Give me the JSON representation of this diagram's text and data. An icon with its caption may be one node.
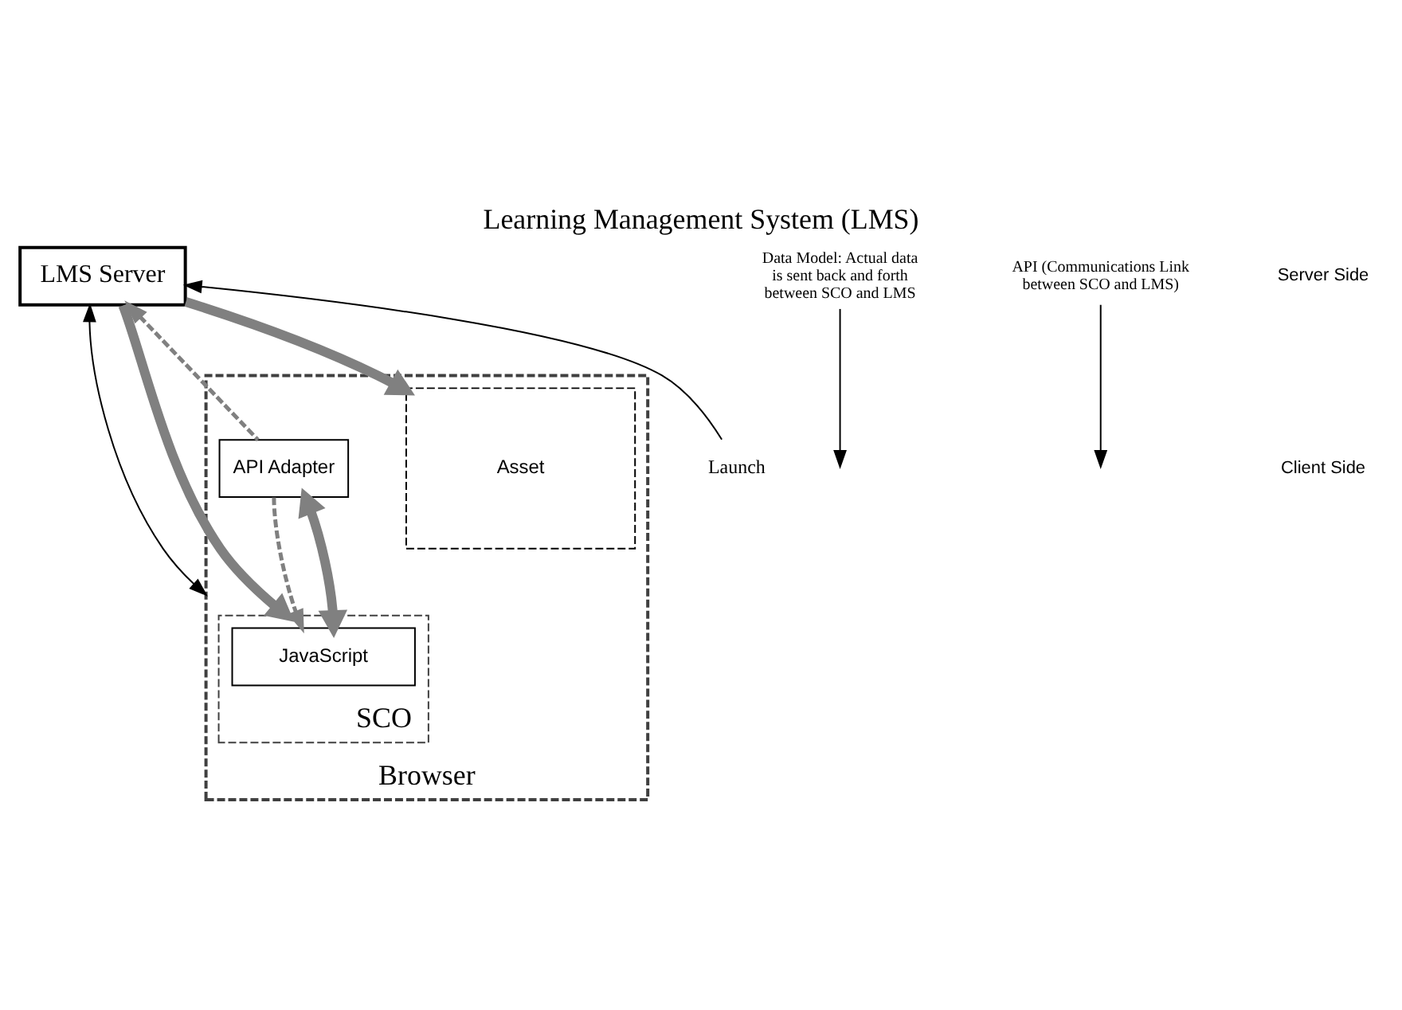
{
  "diagram": {
    "title": "Learning Management System (LMS)",
    "nodes": [
      {
        "text": [
          "LMS Server"
        ]
      },
      {
        "text": [
          "Browser"
        ]
      },
      {
        "text": [
          "SCO"
        ],
        "in": 1
      },
      {
        "text": [
          "Asset"
        ],
        "in": 1
      },
      {
        "text": [
          "API Adapter"
        ],
        "in": 1
      },
      {
        "text": [
          "JavaScript"
        ],
        "in": 2
      },
      {
        "text": [
          "Data Model: Actual data is sent back and forth between SCO and LMS"
        ]
      },
      {
        "text": [
          "API (Communications Link between SCO and LMS)"
        ]
      },
      {
        "text": [
          "Launch"
        ]
      }
    ],
    "edges": [
      {
        "from": 4,
        "to": 0,
        "arrow": "to",
        "style": "dashed",
        "color": "#808080"
      },
      {
        "from": 0,
        "to": 1,
        "arrow": "both",
        "color": "#000000"
      },
      {
        "from": 0,
        "to": 2,
        "arrow": "to",
        "style": "thick",
        "color": "#808080"
      },
      {
        "from": 0,
        "to": 3,
        "arrow": "to",
        "style": "thick",
        "color": "#808080"
      },
      {
        "from": 8,
        "to": 0,
        "arrow": "to",
        "color": "#000000"
      },
      {
        "from": 6,
        "to": null,
        "arrow": "to",
        "color": "#000000"
      },
      {
        "from": 4,
        "to": 5,
        "arrow": "to",
        "style": "dashed",
        "color": "#808080"
      },
      {
        "from": 4,
        "to": 5,
        "arrow": "both",
        "style": "thick",
        "color": "#808080"
      },
      {
        "from": 7,
        "to": null,
        "arrow": "to",
        "color": "#000000"
      }
    ],
    "labels": [
      "Server Side",
      "Client Side"
    ]
  }
}
